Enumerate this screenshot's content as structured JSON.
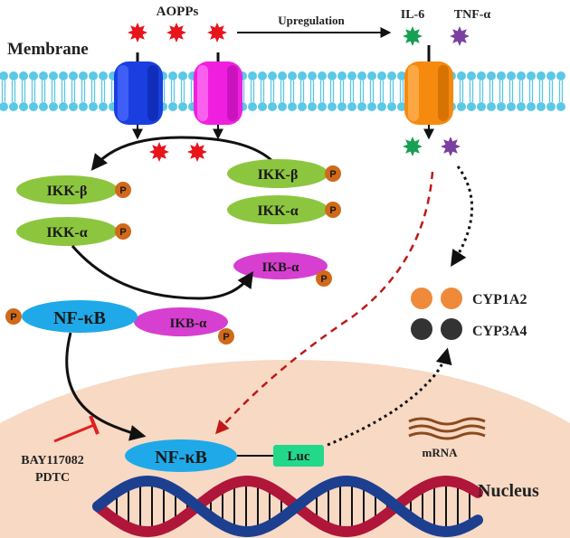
{
  "labels": {
    "aopps": "AOPPs",
    "upregulation": "Upregulation",
    "il6": "IL-6",
    "tnf": "TNF-α",
    "membrane": "Membrane",
    "ikk_beta": "IKK-β",
    "ikk_alpha": "IKK-α",
    "ikb_alpha": "IKB-α",
    "nfkb": "NF-κB",
    "phospho": "P",
    "cyp1a2": "CYP1A2",
    "cyp3a4": "CYP3A4",
    "luc": "Luc",
    "mrna": "mRNA",
    "nucleus": "Nucleus",
    "inhibitor_1": "BAY117082",
    "inhibitor_2": "PDTC"
  },
  "colors": {
    "aopps": "#e8141c",
    "il6": "#17a054",
    "tnf": "#7b3fa0",
    "membrane": "#5bc8e6",
    "receptor_blue": "#1a3fe0",
    "receptor_magenta": "#f01fe0",
    "receptor_orange": "#f58a0f",
    "ikk_green": "#8cc63f",
    "ikb_magenta": "#d63fd0",
    "nfkb_blue": "#1fa9e8",
    "phospho": "#d06a1a",
    "cyp1a2": "#ee8a3a",
    "cyp3a4": "#333333",
    "luc": "#22d88a",
    "nucleus": "#f7d9c4",
    "mrna": "#8b4a1e",
    "dna_red": "#b0163a",
    "dna_blue": "#1d3f8f",
    "inhibit": "#e02020",
    "dashed_red": "#c01818"
  }
}
